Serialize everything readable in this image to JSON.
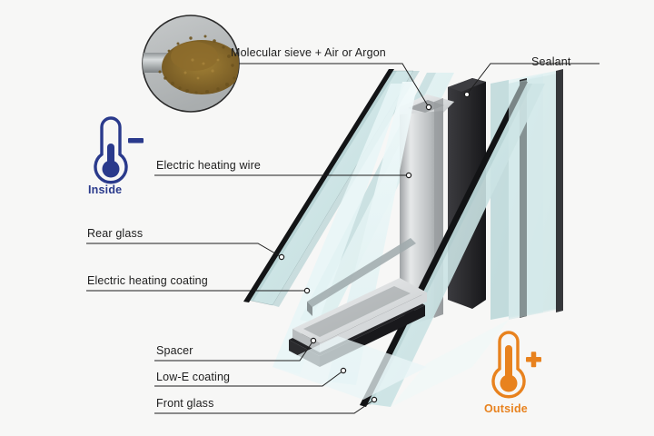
{
  "diagram": {
    "title": "Electric heating insulated glass unit cross-section",
    "background_color": "#f7f7f6",
    "labels": [
      {
        "id": "molecular-sieve",
        "text": "Molecular sieve + Air or Argon"
      },
      {
        "id": "sealant",
        "text": "Sealant"
      },
      {
        "id": "electric-heating-wire",
        "text": "Electric heating wire"
      },
      {
        "id": "rear-glass",
        "text": "Rear glass"
      },
      {
        "id": "electric-heating-coating",
        "text": "Electric heating coating"
      },
      {
        "id": "spacer",
        "text": "Spacer"
      },
      {
        "id": "low-e-coating",
        "text": "Low-E coating"
      },
      {
        "id": "front-glass",
        "text": "Front glass"
      }
    ],
    "thermometers": [
      {
        "id": "inside",
        "caption": "Inside",
        "sign": "−",
        "color": "#2a3a8c",
        "state": "cold"
      },
      {
        "id": "outside",
        "caption": "Outside",
        "sign": "+",
        "color": "#e8821e",
        "state": "hot"
      }
    ],
    "inset": {
      "id": "molecular-sieve-inset",
      "description": "desiccant beads spilling from spacer tube",
      "disc_color": "#b9bcbd",
      "bead_color": "#8a6a2a"
    },
    "colors": {
      "glass_tint": "#cfe6e6",
      "glass_tint_light": "#e4f2f3",
      "glass_edge": "#1b1b1b",
      "spacer_metal": "#c9cbcc",
      "sealant_dark": "#2b2b2e",
      "leader_line": "#1d1d1d",
      "text": "#1d1d1d"
    }
  }
}
